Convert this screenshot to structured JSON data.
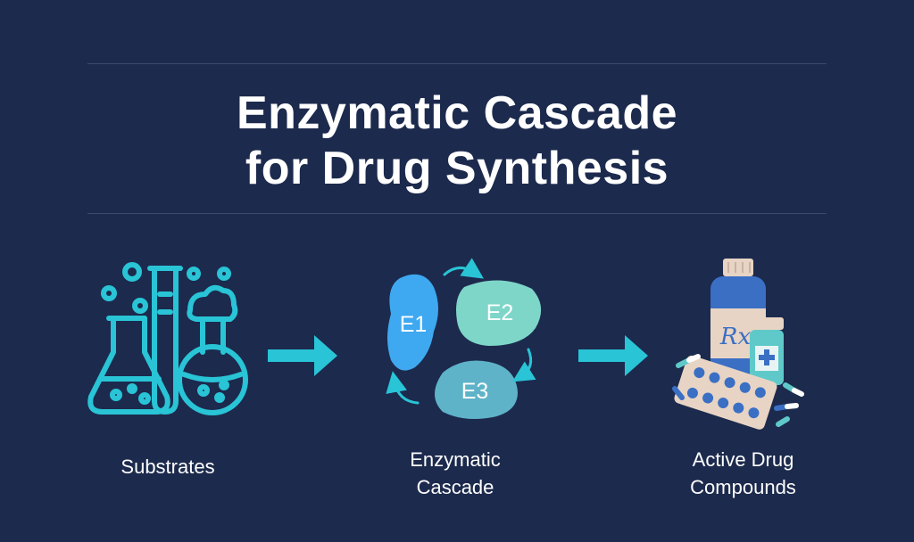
{
  "title": {
    "line1": "Enzymatic Cascade",
    "line2": "for Drug Synthesis"
  },
  "stages": [
    {
      "label_lines": [
        "Substrates"
      ],
      "icon": "lab-glassware-icon"
    },
    {
      "label_lines": [
        "Enzymatic",
        "Cascade"
      ],
      "icon": "enzyme-cascade-icon"
    },
    {
      "label_lines": [
        "Active Drug",
        "Compounds"
      ],
      "icon": "medicine-icon"
    }
  ],
  "enzymes": {
    "e1": "E1",
    "e2": "E2",
    "e3": "E3"
  },
  "prescription_symbol": "Rx",
  "colors": {
    "background": "#1c2a4d",
    "accent": "#29c4d6",
    "e1": "#3ea8f0",
    "e2": "#7ed6c9",
    "e3": "#5fb3c9"
  }
}
